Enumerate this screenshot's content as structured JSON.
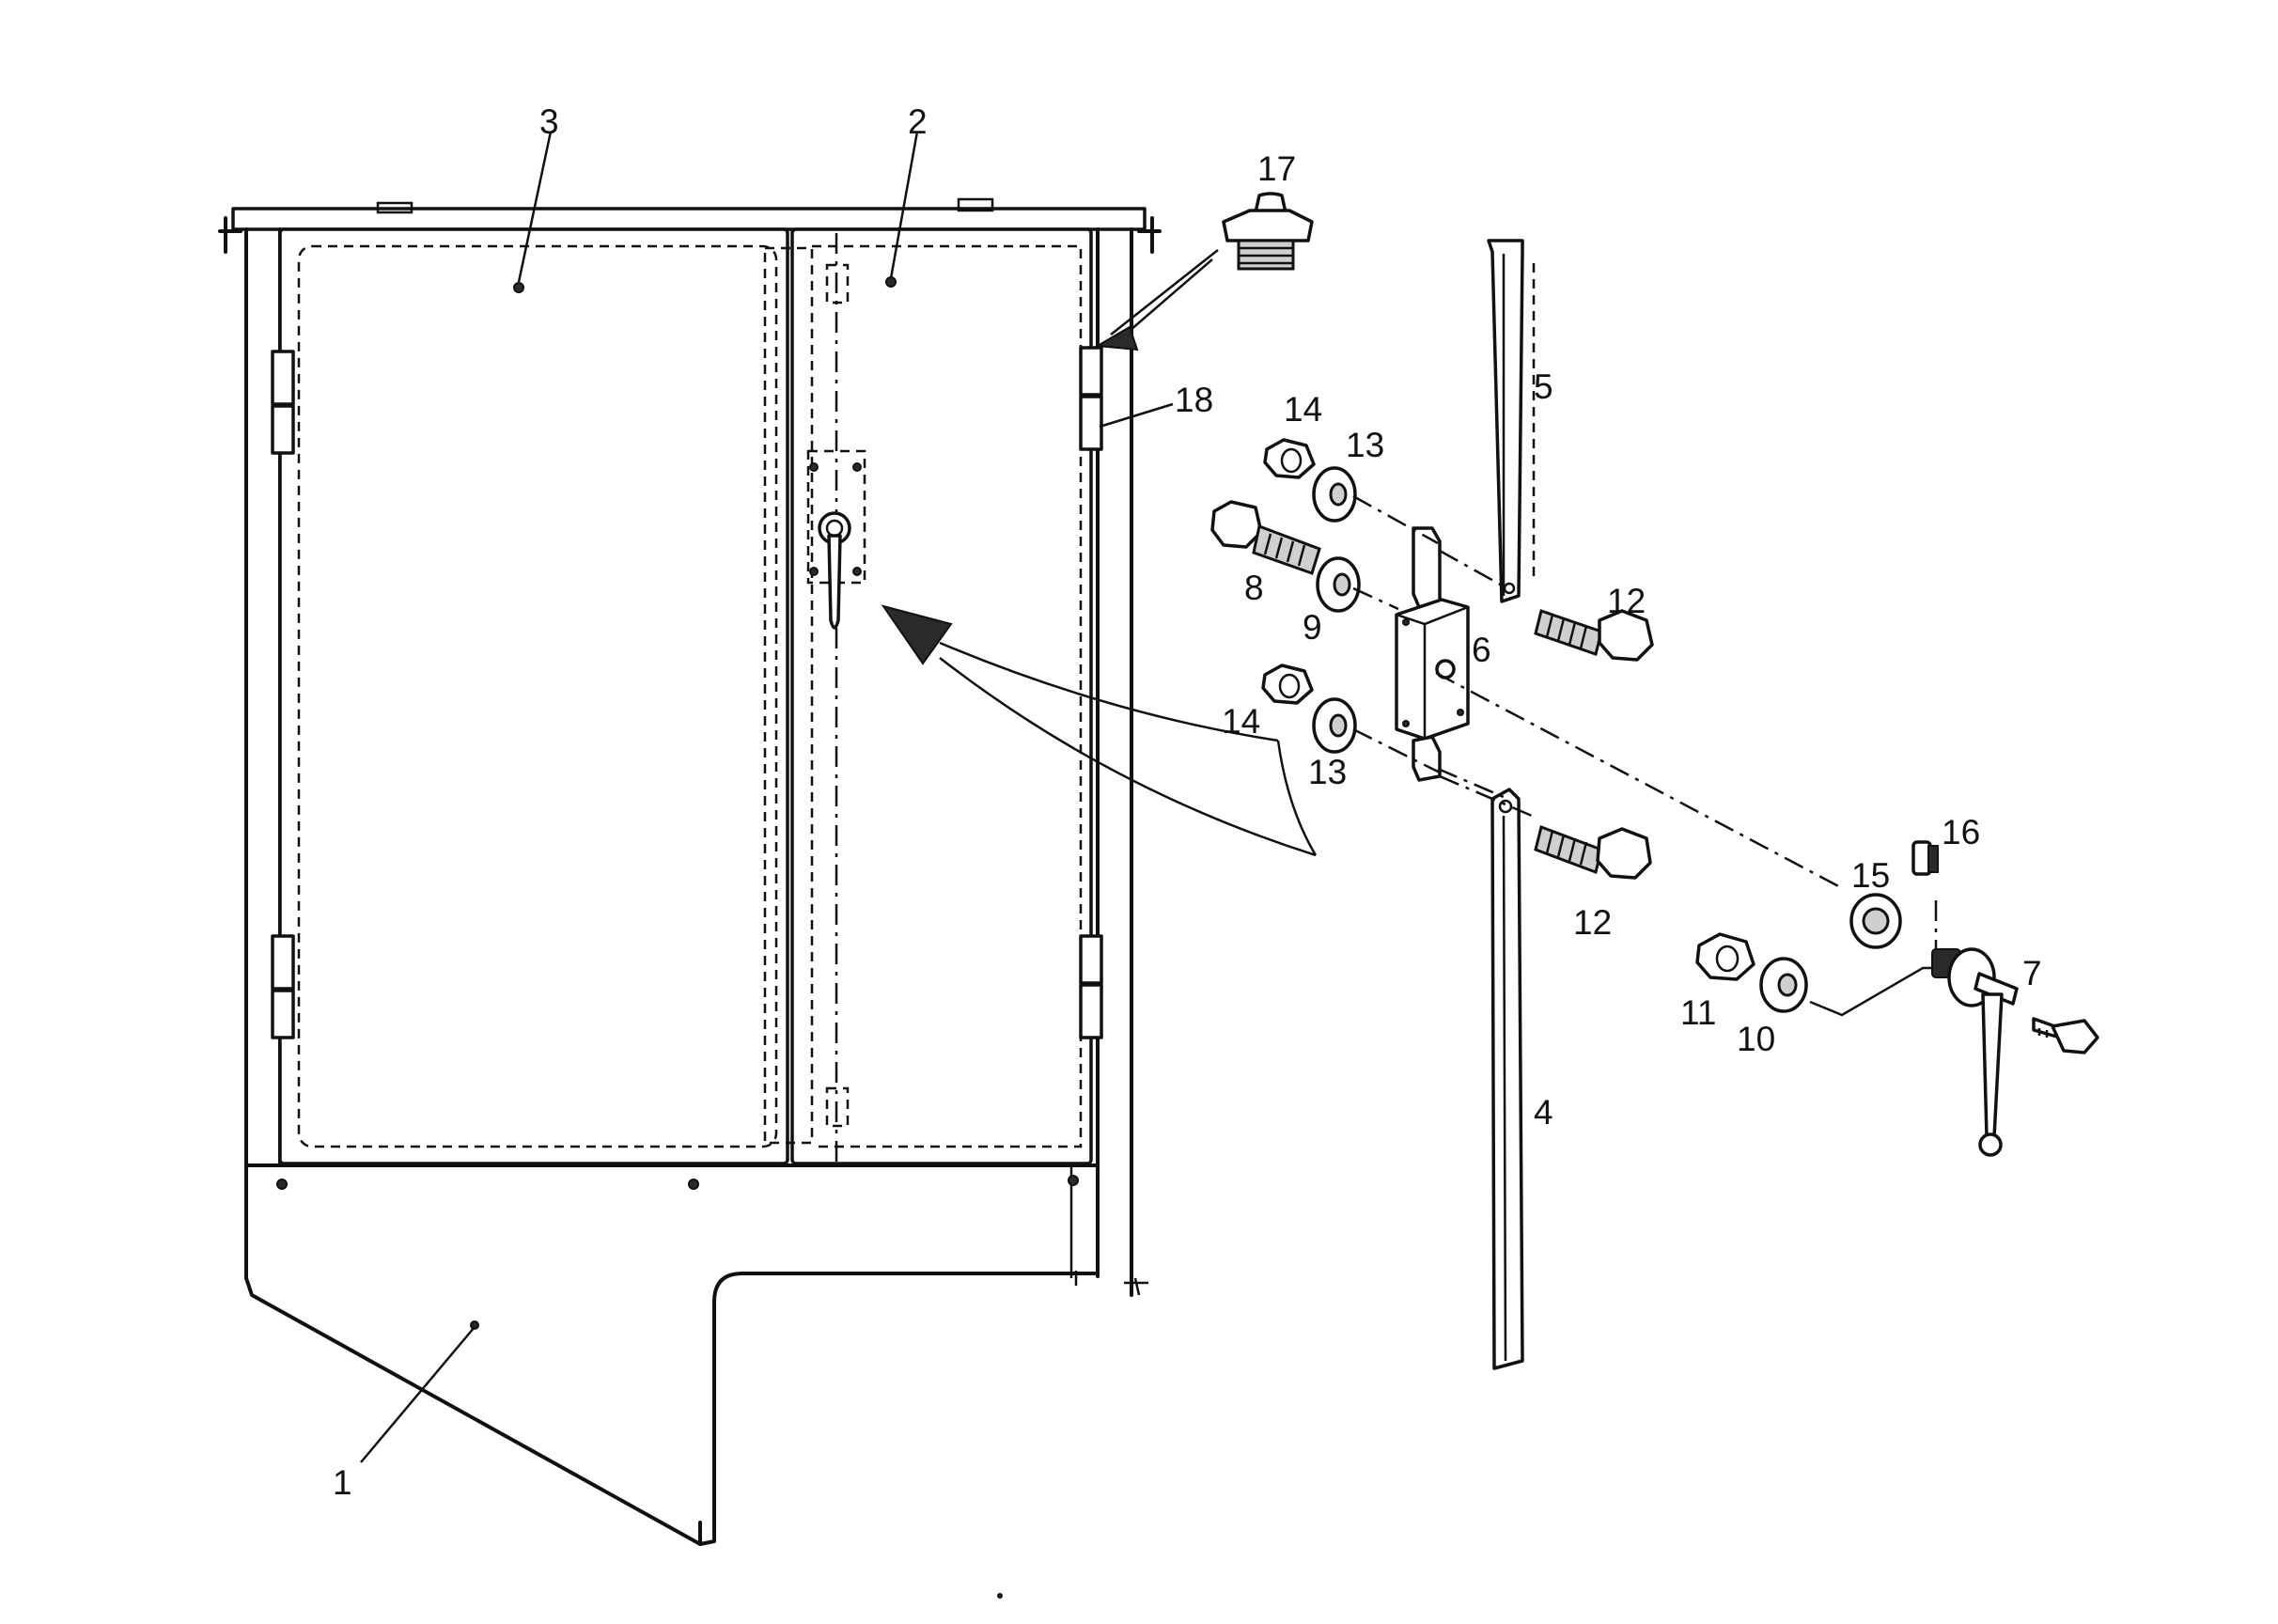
{
  "callouts": {
    "c1": "1",
    "c2": "2",
    "c3": "3",
    "c4": "4",
    "c5": "5",
    "c6": "6",
    "c7": "7",
    "c8": "8",
    "c9": "9",
    "c10": "10",
    "c11": "11",
    "c12a": "12",
    "c12b": "12",
    "c13a": "13",
    "c13b": "13",
    "c14a": "14",
    "c14b": "14",
    "c15": "15",
    "c16": "16",
    "c17": "17",
    "c18": "18"
  }
}
